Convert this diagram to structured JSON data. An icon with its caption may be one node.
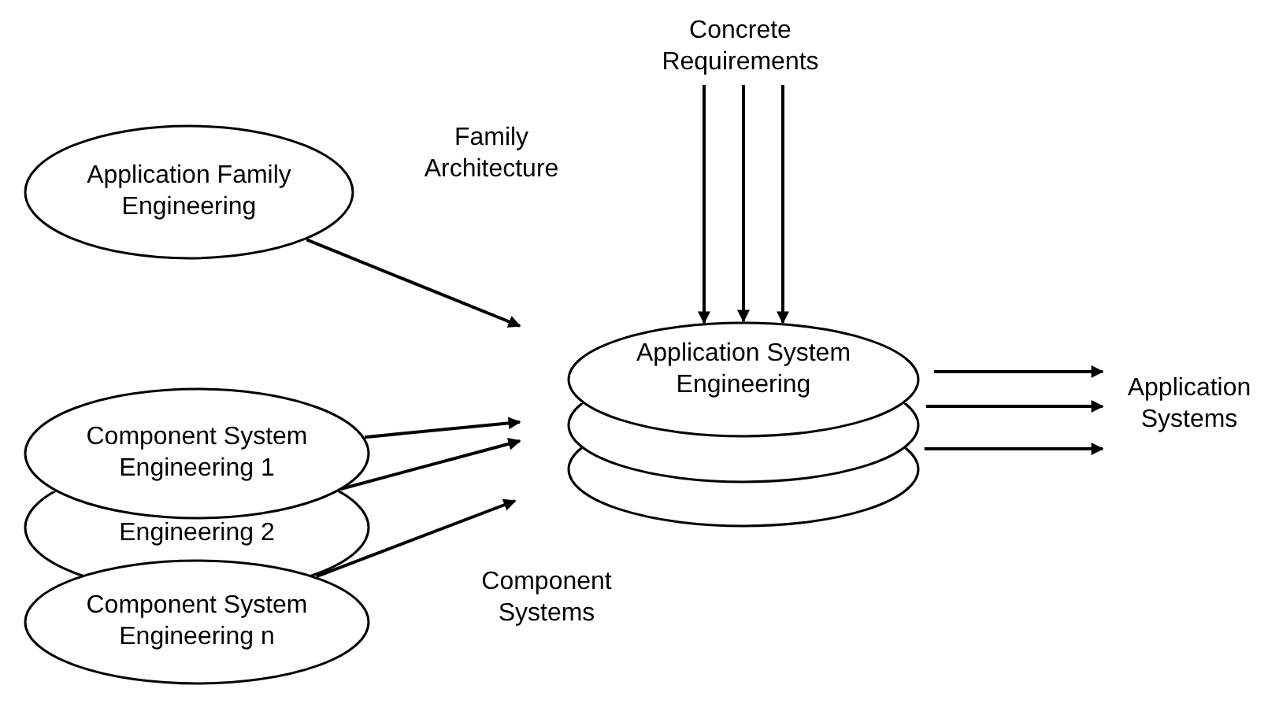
{
  "diagram": {
    "nodes": [
      {
        "text": [
          "Concrete Requirements"
        ]
      },
      {
        "text": [
          "Application Family Engineering"
        ]
      },
      {
        "text": [
          "Application System Engineering"
        ]
      },
      {
        "text": [],
        "shape": "ellipse"
      },
      {
        "text": [],
        "shape": "ellipse"
      },
      {
        "text": [
          "Application Systems"
        ]
      },
      {
        "text": [
          "Component System Engineering 1"
        ]
      },
      {
        "text": [
          "Engineering 2"
        ]
      },
      {
        "text": [
          "Component System Engineering n"
        ]
      }
    ],
    "edges": [
      {
        "from": 0,
        "to": 2,
        "arrow": "to"
      },
      {
        "from": 0,
        "to": 2,
        "arrow": "to"
      },
      {
        "from": 0,
        "to": 2,
        "arrow": "to"
      },
      {
        "from": 1,
        "to": null,
        "arrow": "to"
      },
      {
        "from": 2,
        "to": 5,
        "arrow": "to"
      },
      {
        "from": 3,
        "to": 5,
        "arrow": "to"
      },
      {
        "from": 4,
        "to": 5,
        "arrow": "to"
      },
      {
        "from": 6,
        "to": null,
        "arrow": "to"
      },
      {
        "from": 7,
        "to": null,
        "arrow": "to"
      },
      {
        "from": 8,
        "to": null,
        "arrow": "to"
      }
    ],
    "labels": [
      "Family Architecture",
      "Component Systems"
    ]
  }
}
